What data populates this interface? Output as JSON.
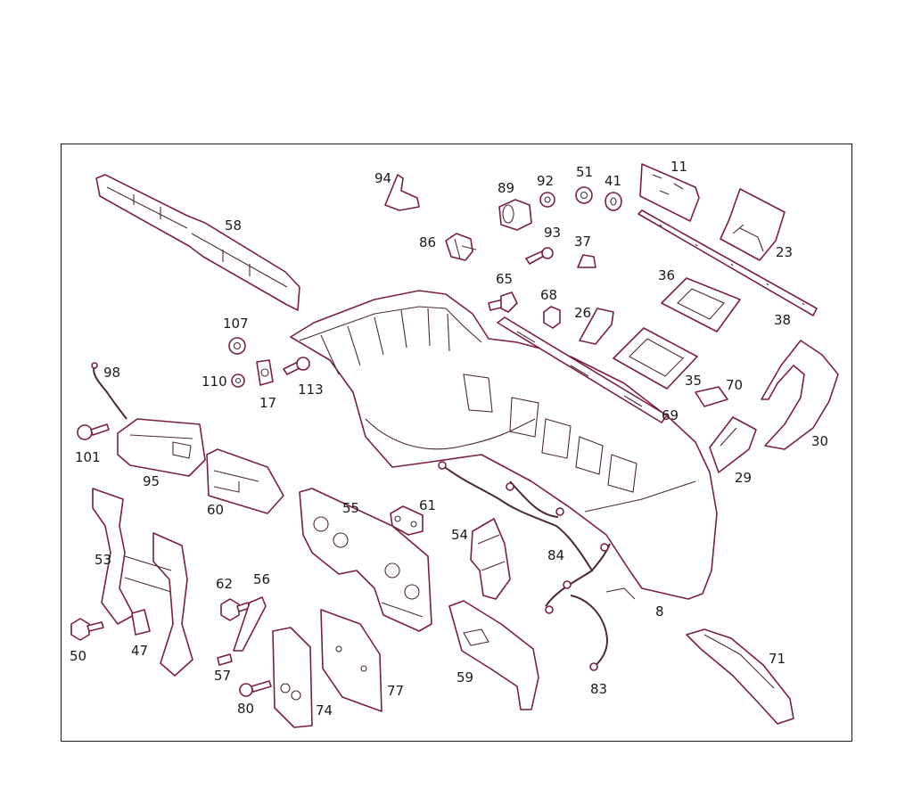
{
  "diagram": {
    "colors": {
      "outline": "#7a1f3d",
      "text": "#1a1a1a",
      "frame": "#1a1a1a"
    },
    "callouts": [
      {
        "id": "c94",
        "label": "94"
      },
      {
        "id": "c89",
        "label": "89"
      },
      {
        "id": "c92",
        "label": "92"
      },
      {
        "id": "c51",
        "label": "51"
      },
      {
        "id": "c41",
        "label": "41"
      },
      {
        "id": "c11",
        "label": "11"
      },
      {
        "id": "c58",
        "label": "58"
      },
      {
        "id": "c86",
        "label": "86"
      },
      {
        "id": "c93",
        "label": "93"
      },
      {
        "id": "c37",
        "label": "37"
      },
      {
        "id": "c23",
        "label": "23"
      },
      {
        "id": "c65",
        "label": "65"
      },
      {
        "id": "c68",
        "label": "68"
      },
      {
        "id": "c36",
        "label": "36"
      },
      {
        "id": "c26",
        "label": "26"
      },
      {
        "id": "c38",
        "label": "38"
      },
      {
        "id": "c107",
        "label": "107"
      },
      {
        "id": "c98",
        "label": "98"
      },
      {
        "id": "c110",
        "label": "110"
      },
      {
        "id": "c113",
        "label": "113"
      },
      {
        "id": "c17",
        "label": "17"
      },
      {
        "id": "c35",
        "label": "35"
      },
      {
        "id": "c70",
        "label": "70"
      },
      {
        "id": "c69",
        "label": "69"
      },
      {
        "id": "c30",
        "label": "30"
      },
      {
        "id": "c101",
        "label": "101"
      },
      {
        "id": "c95",
        "label": "95"
      },
      {
        "id": "c29",
        "label": "29"
      },
      {
        "id": "c60",
        "label": "60"
      },
      {
        "id": "c55",
        "label": "55"
      },
      {
        "id": "c61",
        "label": "61"
      },
      {
        "id": "c54",
        "label": "54"
      },
      {
        "id": "c84",
        "label": "84"
      },
      {
        "id": "c53",
        "label": "53"
      },
      {
        "id": "c62",
        "label": "62"
      },
      {
        "id": "c56",
        "label": "56"
      },
      {
        "id": "c8",
        "label": "8"
      },
      {
        "id": "c50",
        "label": "50"
      },
      {
        "id": "c47",
        "label": "47"
      },
      {
        "id": "c57",
        "label": "57"
      },
      {
        "id": "c71",
        "label": "71"
      },
      {
        "id": "c59",
        "label": "59"
      },
      {
        "id": "c77",
        "label": "77"
      },
      {
        "id": "c83",
        "label": "83"
      },
      {
        "id": "c80",
        "label": "80"
      },
      {
        "id": "c74",
        "label": "74"
      }
    ]
  }
}
